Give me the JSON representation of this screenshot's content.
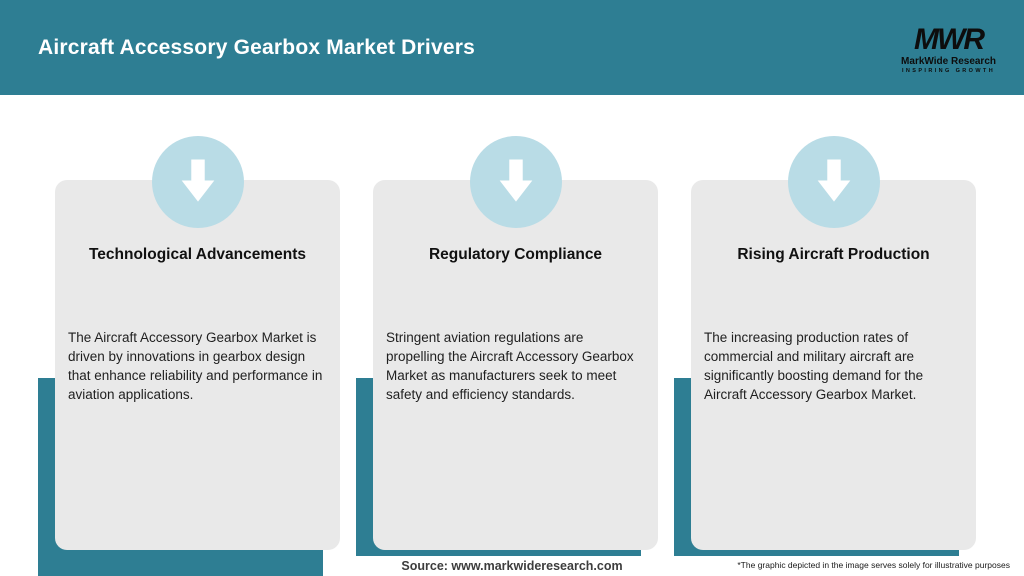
{
  "header": {
    "title": "Aircraft Accessory Gearbox Market Drivers",
    "logo": {
      "monogram": "MWR",
      "name": "MarkWide Research",
      "tagline": "Inspiring Growth"
    }
  },
  "cards": [
    {
      "icon": "down-arrow-icon",
      "title": "Technological Advancements",
      "body": "The Aircraft Accessory Gearbox Market is driven by innovations in gearbox design that enhance reliability and performance in aviation applications."
    },
    {
      "icon": "down-arrow-icon",
      "title": "Regulatory Compliance",
      "body": "Stringent aviation regulations are propelling the Aircraft Accessory Gearbox Market as manufacturers seek to meet safety and efficiency standards."
    },
    {
      "icon": "down-arrow-icon",
      "title": "Rising Aircraft Production",
      "body": "The increasing production rates of commercial and military aircraft are significantly boosting demand for the Aircraft Accessory Gearbox Market."
    }
  ],
  "footer": {
    "source": "Source: www.markwideresearch.com",
    "disclaimer": "*The graphic depicted in the image serves solely for illustrative purposes"
  },
  "colors": {
    "accent_teal": "#2e7e93",
    "card_background": "#e9e9e9",
    "circle_blue": "#b9dce6",
    "arrow_white": "#ffffff"
  }
}
